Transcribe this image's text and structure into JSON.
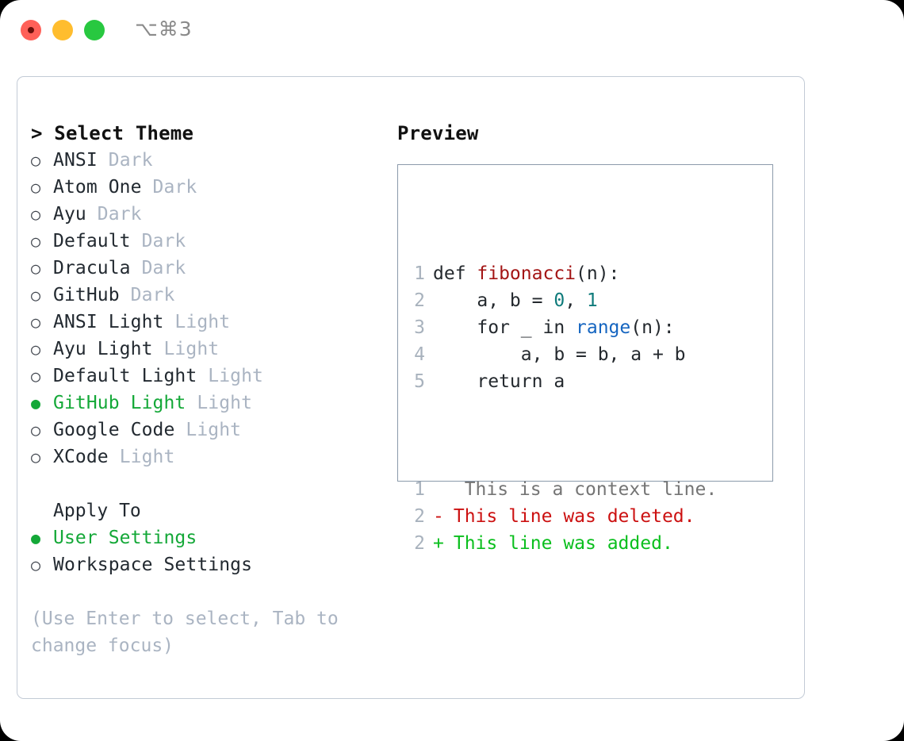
{
  "titlebar": {
    "shortcut": "⌥⌘3",
    "buttons": [
      {
        "name": "close",
        "color": "#ff6058"
      },
      {
        "name": "minimize",
        "color": "#ffbd2e"
      },
      {
        "name": "maximize",
        "color": "#28c840"
      }
    ]
  },
  "colors": {
    "accent_green": "#14a838",
    "muted": "#aab4c2",
    "text": "#222930",
    "border": "#c3cbd6",
    "preview_border": "#8b9aab",
    "diff_add": "#0bbf1e",
    "diff_del": "#cc1111",
    "diff_ctx": "#757575",
    "fn": "#a31515",
    "num": "#0f7b7b",
    "call": "#1565c0"
  },
  "theme_panel": {
    "title": "> Select Theme",
    "markers": {
      "selected": "●",
      "unselected": "○"
    },
    "options": [
      {
        "label": "ANSI",
        "suffix": "Dark",
        "selected": false
      },
      {
        "label": "Atom One",
        "suffix": "Dark",
        "selected": false
      },
      {
        "label": "Ayu",
        "suffix": "Dark",
        "selected": false
      },
      {
        "label": "Default",
        "suffix": "Dark",
        "selected": false
      },
      {
        "label": "Dracula",
        "suffix": "Dark",
        "selected": false
      },
      {
        "label": "GitHub",
        "suffix": "Dark",
        "selected": false
      },
      {
        "label": "ANSI Light",
        "suffix": "Light",
        "selected": false
      },
      {
        "label": "Ayu Light",
        "suffix": "Light",
        "selected": false
      },
      {
        "label": "Default Light",
        "suffix": "Light",
        "selected": false
      },
      {
        "label": "GitHub Light",
        "suffix": "Light",
        "selected": true
      },
      {
        "label": "Google Code",
        "suffix": "Light",
        "selected": false
      },
      {
        "label": "XCode",
        "suffix": "Light",
        "selected": false
      }
    ]
  },
  "apply_to": {
    "title": "Apply To",
    "options": [
      {
        "label": "User Settings",
        "selected": true
      },
      {
        "label": "Workspace Settings",
        "selected": false
      }
    ]
  },
  "hint": "(Use Enter to select, Tab to\nchange focus)",
  "preview": {
    "title": "Preview",
    "code_lines": [
      {
        "num": "1",
        "tokens": [
          {
            "t": "def ",
            "c": "plain"
          },
          {
            "t": "fibonacci",
            "c": "fn"
          },
          {
            "t": "(n):",
            "c": "plain"
          }
        ]
      },
      {
        "num": "2",
        "tokens": [
          {
            "t": "    a, b = ",
            "c": "plain"
          },
          {
            "t": "0",
            "c": "num"
          },
          {
            "t": ", ",
            "c": "plain"
          },
          {
            "t": "1",
            "c": "num"
          }
        ]
      },
      {
        "num": "3",
        "tokens": [
          {
            "t": "    for _ in ",
            "c": "plain"
          },
          {
            "t": "range",
            "c": "call"
          },
          {
            "t": "(n):",
            "c": "plain"
          }
        ]
      },
      {
        "num": "4",
        "tokens": [
          {
            "t": "        a, b = b, a + b",
            "c": "plain"
          }
        ]
      },
      {
        "num": "5",
        "tokens": [
          {
            "t": "    return a",
            "c": "plain"
          }
        ]
      }
    ],
    "diff_lines": [
      {
        "num": "1",
        "sign": " ",
        "text": "  This is a context line.",
        "kind": "ctx"
      },
      {
        "num": "2",
        "sign": "-",
        "text": " This line was deleted.",
        "kind": "del"
      },
      {
        "num": "2",
        "sign": "+",
        "text": " This line was added.",
        "kind": "add"
      }
    ]
  }
}
